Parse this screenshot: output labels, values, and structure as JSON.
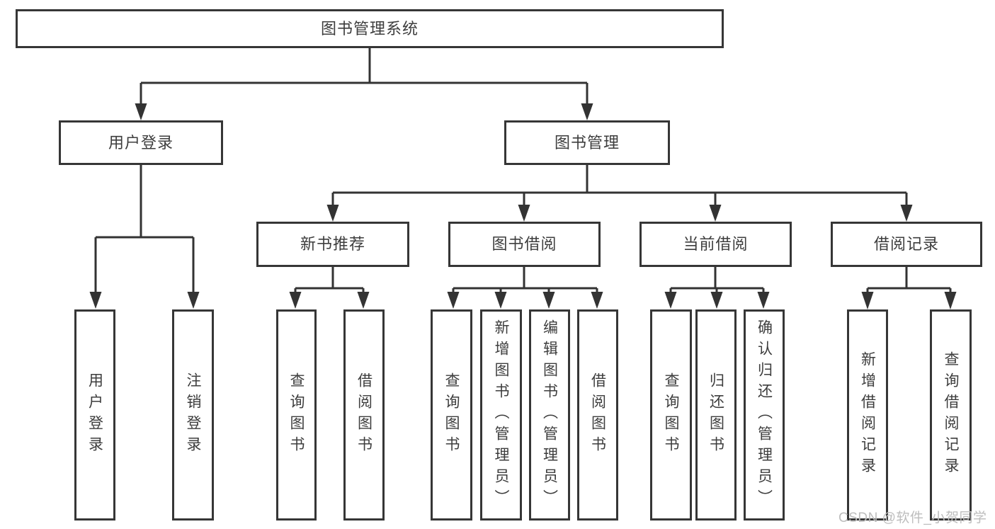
{
  "diagram": {
    "root": {
      "label": "图书管理系统"
    },
    "level2": [
      {
        "label": "用户登录"
      },
      {
        "label": "图书管理"
      }
    ],
    "level3": [
      {
        "label": "新书推荐"
      },
      {
        "label": "图书借阅"
      },
      {
        "label": "当前借阅"
      },
      {
        "label": "借阅记录"
      }
    ],
    "leaves": {
      "user_login": [
        {
          "label": "用户登录"
        },
        {
          "label": "注销登录"
        }
      ],
      "new_books": [
        {
          "label": "查询图书"
        },
        {
          "label": "借阅图书"
        }
      ],
      "book_borrow": [
        {
          "label": "查询图书"
        },
        {
          "label": "新增图书（管理员）"
        },
        {
          "label": "编辑图书（管理员）"
        },
        {
          "label": "借阅图书"
        }
      ],
      "current_borrow": [
        {
          "label": "查询图书"
        },
        {
          "label": "归还图书"
        },
        {
          "label": "确认归还（管理员）"
        }
      ],
      "borrow_records": [
        {
          "label": "新增借阅记录"
        },
        {
          "label": "查询借阅记录"
        }
      ]
    }
  },
  "watermark": {
    "text": "CSDN @软件_小贺同学"
  }
}
